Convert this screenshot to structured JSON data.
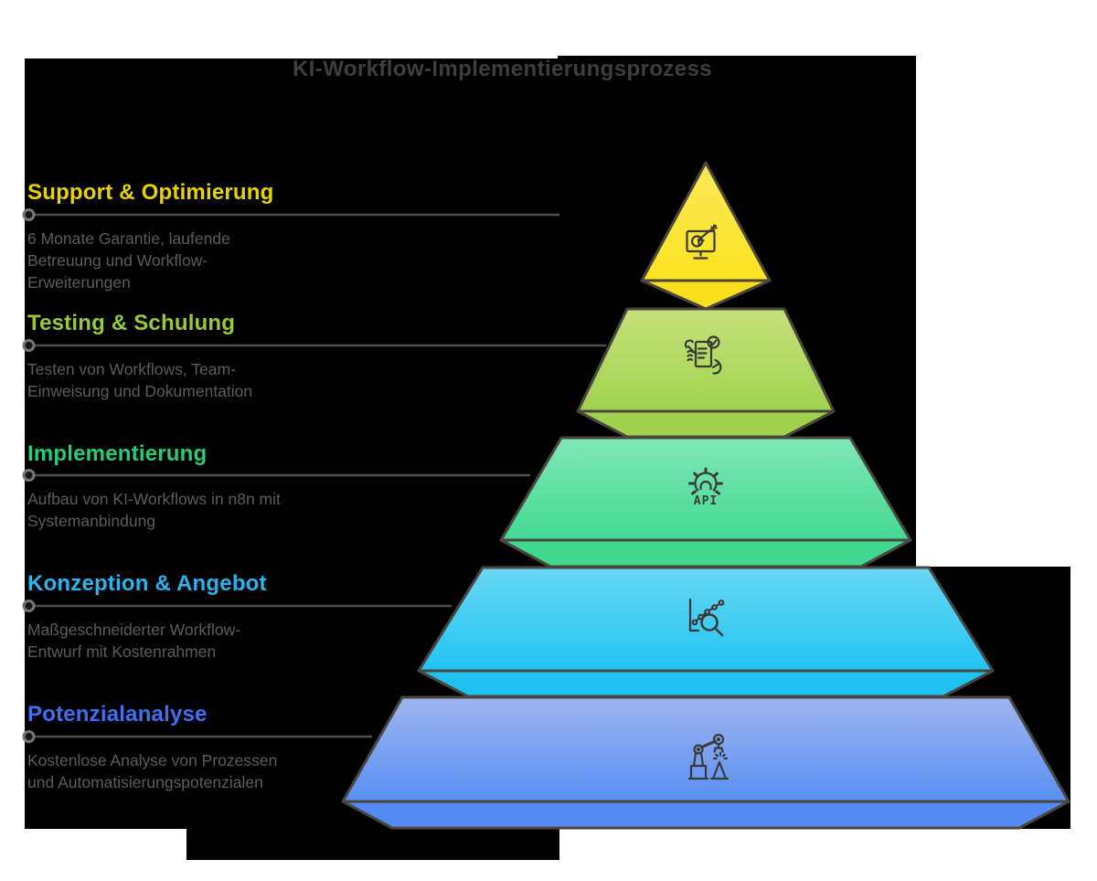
{
  "title": "KI-Workflow-Implementierungsprozess",
  "levels": [
    {
      "heading": "Support & Optimierung",
      "heading_color": "#e6d301",
      "description_lines": [
        "6 Monate Garantie, laufende",
        "Betreuung und Workflow-",
        "Erweiterungen"
      ],
      "grad_top": "#f7e758",
      "grad_bottom": "#fee41f",
      "underside": "#fbdf1d",
      "icon": "monitor-target-icon"
    },
    {
      "heading": "Testing & Schulung",
      "heading_color": "#98c93c",
      "description_lines": [
        "Testen von Workflows, Team-",
        "Einweisung und Dokumentation"
      ],
      "grad_top": "#c5e27b",
      "grad_bottom": "#a0d24e",
      "underside": "#9fd14c",
      "icon": "document-wrench-check-icon"
    },
    {
      "heading": "Implementierung",
      "heading_color": "#25cd78",
      "description_lines": [
        "Aufbau von KI-Workflows in n8n mit",
        "Systemanbindung"
      ],
      "grad_top": "#80e7b6",
      "grad_bottom": "#43d992",
      "underside": "#40d78e",
      "icon": "api-gear-icon",
      "icon_text": "API"
    },
    {
      "heading": "Konzeption & Angebot",
      "heading_color": "#27b4ef",
      "description_lines": [
        "Maßgeschneiderter Workflow-",
        "Entwurf mit Kostenrahmen"
      ],
      "grad_top": "#69d7f3",
      "grad_bottom": "#21c4f1",
      "underside": "#1fc2ef",
      "icon": "chart-magnifier-icon"
    },
    {
      "heading": "Potenzialanalyse",
      "heading_color": "#3f70f3",
      "description_lines": [
        "Kostenlose Analyse von Prozessen",
        "und Automatisierungspotenzialen"
      ],
      "grad_top": "#9fb4ee",
      "grad_bottom": "#5990f4",
      "underside": "#548bf3",
      "icon": "robot-arm-icon"
    }
  ],
  "colors": {
    "canvas": "#ffffff",
    "panel_background": "#000000",
    "title_text": "#3e3e3e",
    "description_text": "#5c5c5c",
    "connector_line": "#4e4e4e",
    "node_ring": "#757575",
    "shape_outline": "#4a453f",
    "icon_stroke": "#3a3a3a"
  }
}
